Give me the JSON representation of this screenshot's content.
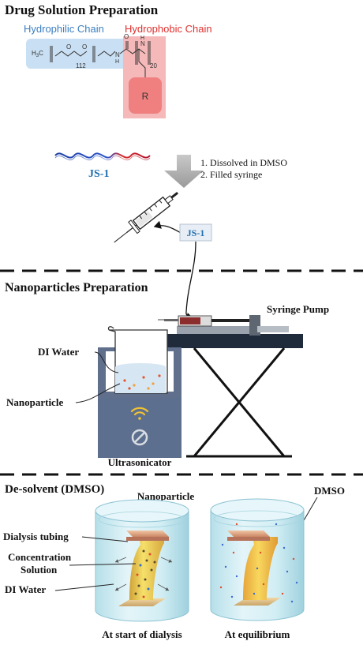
{
  "sections": {
    "drug": "Drug Solution Preparation",
    "nano": "Nanoparticles Preparation",
    "desolvent": "De-solvent (DMSO)"
  },
  "polymer": {
    "hydrophilic": "Hydrophilic Chain",
    "hydrophobic": "Hydrophobic Chain",
    "h3c": "H",
    "h3c_sub": "3",
    "h3c_c": "C",
    "n112": "112",
    "n20": "20",
    "nh": "N",
    "hn": "H",
    "h2": "H",
    "r": "R"
  },
  "js1": "JS-1",
  "steps": {
    "step1": "1. Dissolved in DMSO",
    "step2": "2. Filled syringe"
  },
  "labels": {
    "syringe_pump": "Syringe Pump",
    "di_water": "DI Water",
    "nanoparticle": "Nanoparticle",
    "ultrasonicator": "Ultrasonicator",
    "nanoparticle2": "Nanoparticle",
    "dmso": "DMSO",
    "dialysis_tubing": "Dialysis tubing",
    "concentration": "Concentration",
    "solution": "Solution",
    "di_water2": "DI Water",
    "at_start": "At start of dialysis",
    "at_eq": "At equilibrium"
  },
  "colors": {
    "hydrophilic": "#3a7fc1",
    "hydrophobic": "#e0312f",
    "js1": "#1f6fb0",
    "dashed": "#111111"
  }
}
